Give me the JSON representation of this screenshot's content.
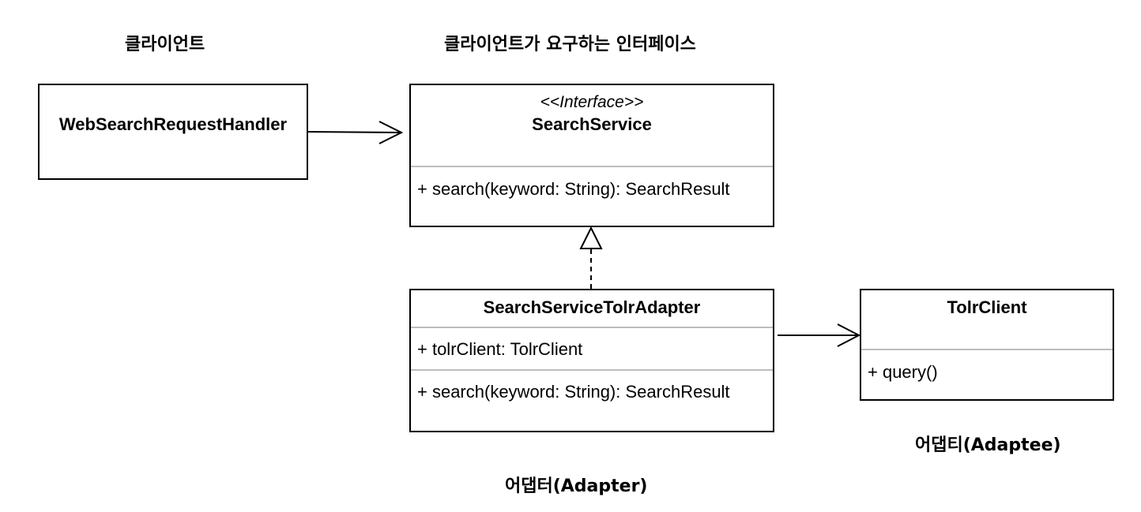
{
  "captions": {
    "client": "클라이언트",
    "target_interface": "클라이언트가 요구하는 인터페이스",
    "adapter": "어댑터(Adapter)",
    "adaptee": "어댑티(Adaptee)"
  },
  "classes": {
    "web_handler": {
      "name": "WebSearchRequestHandler"
    },
    "search_service": {
      "stereotype": "<<Interface>>",
      "name": "SearchService",
      "methods": [
        "+ search(keyword: String): SearchResult"
      ]
    },
    "adapter": {
      "name": "SearchServiceTolrAdapter",
      "fields": [
        "+ tolrClient: TolrClient"
      ],
      "methods": [
        "+ search(keyword: String): SearchResult"
      ]
    },
    "tolr_client": {
      "name": "TolrClient",
      "methods": [
        "+ query()"
      ]
    }
  },
  "relationships": [
    {
      "from": "WebSearchRequestHandler",
      "to": "SearchService",
      "type": "association"
    },
    {
      "from": "SearchServiceTolrAdapter",
      "to": "SearchService",
      "type": "realization"
    },
    {
      "from": "SearchServiceTolrAdapter",
      "to": "TolrClient",
      "type": "association"
    }
  ],
  "colors": {
    "line": "#000000",
    "separator": "#bdbdbd",
    "background": "#ffffff"
  }
}
